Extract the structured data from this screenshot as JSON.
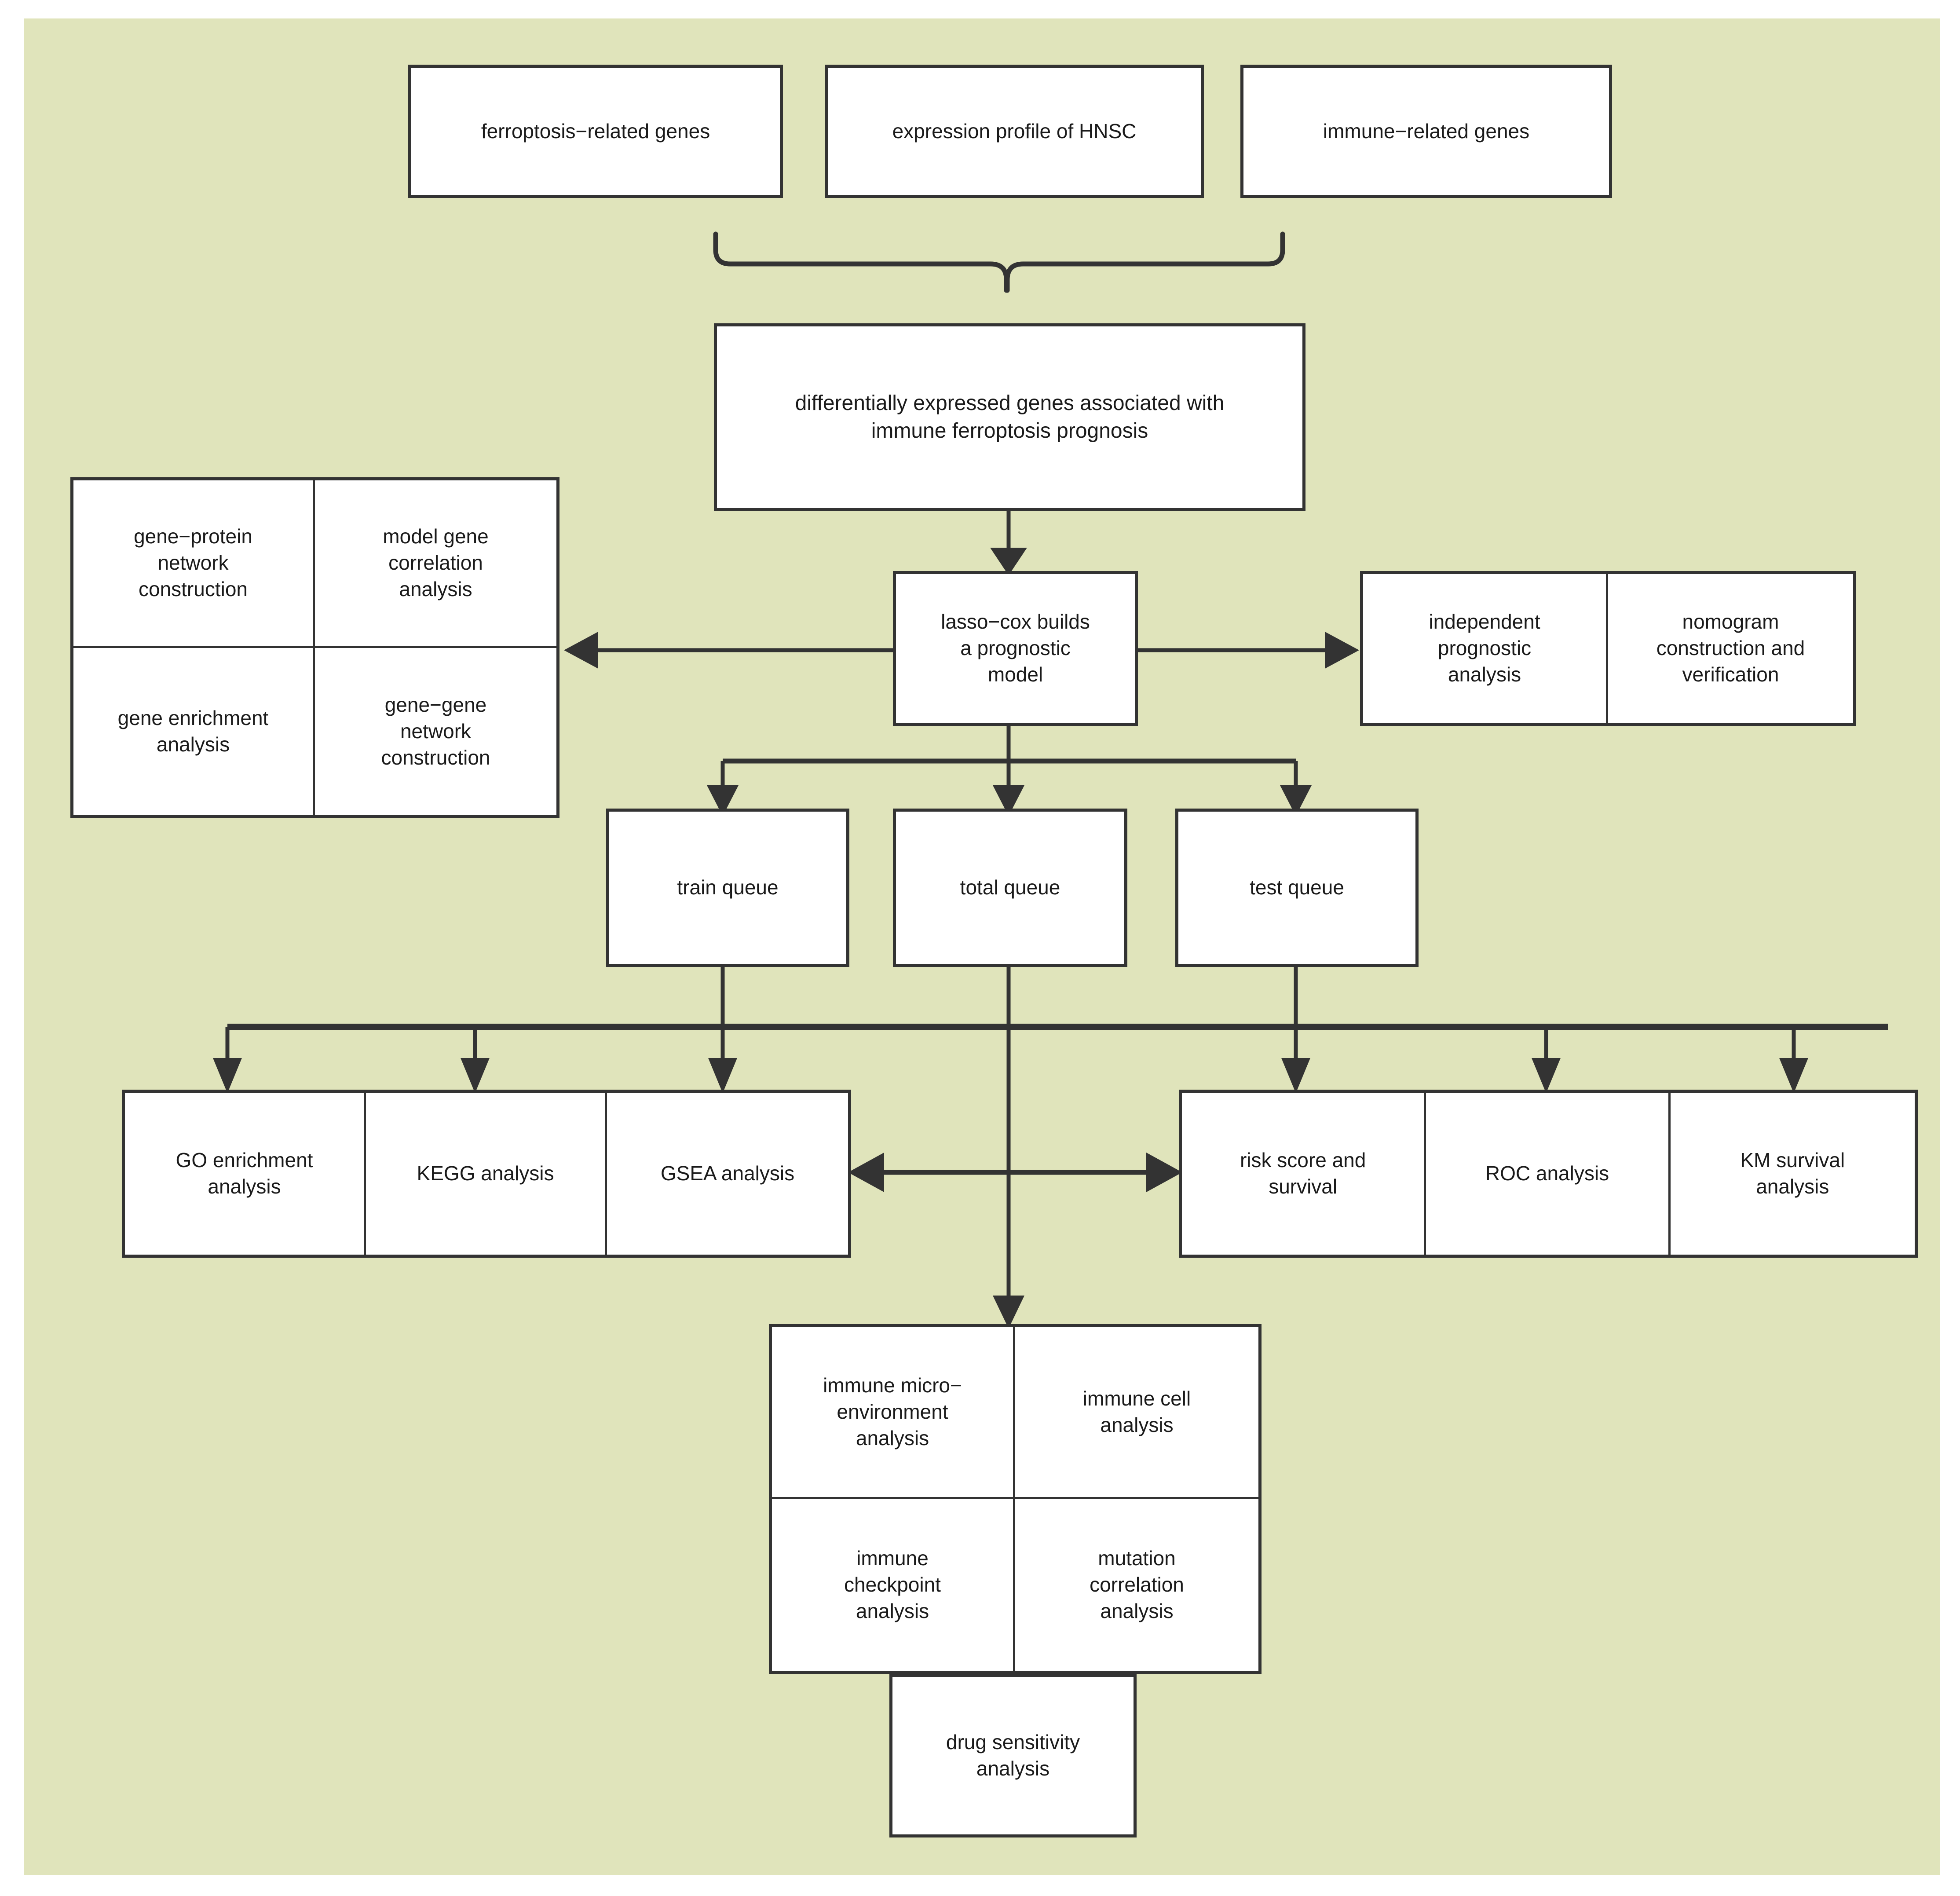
{
  "figure": {
    "kind": "flowchart",
    "background_color": "#e0e4bb",
    "node_fill": "#ffffff",
    "node_border": "#333333",
    "text_color": "#1a1a1a"
  },
  "inputs": {
    "boxes": [
      {
        "label": "ferroptosis−related genes"
      },
      {
        "label": "expression profile of HNSC"
      },
      {
        "label": "immune−related genes"
      }
    ]
  },
  "deg": {
    "label": "differentially expressed genes associated with\nimmune ferroptosis prognosis"
  },
  "model": {
    "label": "lasso−cox builds\na prognostic\nmodel"
  },
  "left_grid": {
    "cells": [
      {
        "label": "gene−protein\nnetwork\nconstruction"
      },
      {
        "label": "model gene\ncorrelation\nanalysis"
      },
      {
        "label": "gene enrichment\nanalysis"
      },
      {
        "label": "gene−gene\nnetwork\nconstruction"
      }
    ]
  },
  "right_grid": {
    "cells": [
      {
        "label": "independent\nprognostic\nanalysis"
      },
      {
        "label": "nomogram\nconstruction and\nverification"
      }
    ]
  },
  "queues": {
    "boxes": [
      {
        "label": "train queue"
      },
      {
        "label": "total queue"
      },
      {
        "label": "test queue"
      }
    ]
  },
  "enrichment_row": {
    "cells": [
      {
        "label": "GO enrichment\nanalysis"
      },
      {
        "label": "KEGG analysis"
      },
      {
        "label": "GSEA analysis"
      }
    ]
  },
  "validation_row": {
    "cells": [
      {
        "label": "risk score and\nsurvival"
      },
      {
        "label": "ROC analysis"
      },
      {
        "label": "KM survival\nanalysis"
      }
    ]
  },
  "immune_grid": {
    "cells": [
      {
        "label": "immune micro−\nenvironment\nanalysis"
      },
      {
        "label": "immune cell\nanalysis"
      },
      {
        "label": "immune\ncheckpoint\nanalysis"
      },
      {
        "label": "mutation\ncorrelation\nanalysis"
      }
    ]
  },
  "drug": {
    "label": "drug sensitivity\nanalysis"
  }
}
